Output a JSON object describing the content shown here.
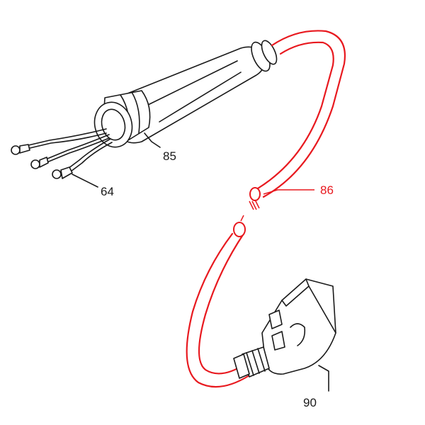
{
  "colors": {
    "ink": "#1a1a1a",
    "highlight": "#e8191f",
    "background": "#ffffff"
  },
  "callouts": [
    {
      "id": "64",
      "text": "64",
      "highlighted": false
    },
    {
      "id": "85",
      "text": "85",
      "highlighted": false
    },
    {
      "id": "86",
      "text": "86",
      "highlighted": true
    },
    {
      "id": "90",
      "text": "90",
      "highlighted": false
    }
  ]
}
